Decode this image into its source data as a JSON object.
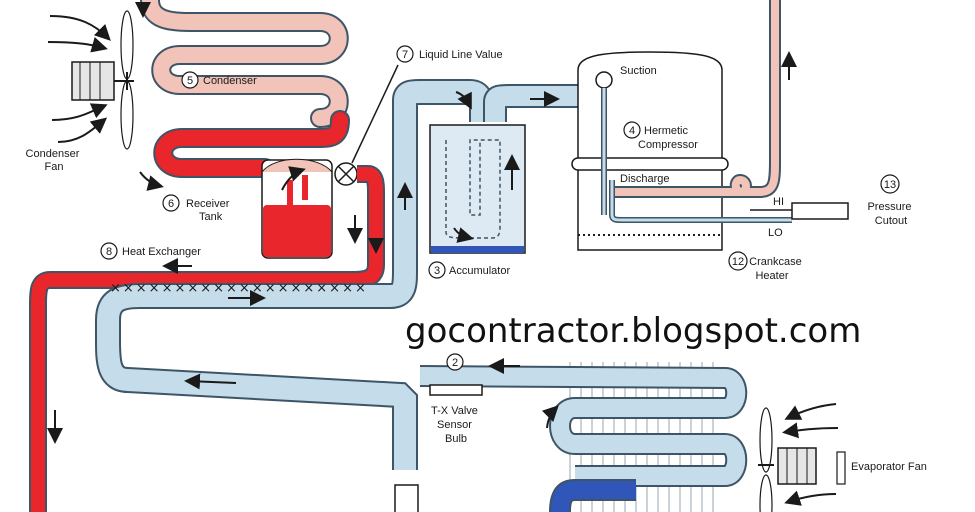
{
  "colors": {
    "hot_pipe": "#e8262b",
    "warm_pipe": "#f2c3b8",
    "cool_pipe": "#c5dcea",
    "cold_pipe": "#2f56b8",
    "pipe_edge": "#3d5566",
    "ink": "#1a1a1a"
  },
  "labels": {
    "condenser": "Condenser",
    "condenser_fan": "Condenser\nFan",
    "receiver_tank": "Receiver\nTank",
    "liquid_line_valve": "Liquid Line Value",
    "heat_exchanger": "Heat Exchanger",
    "accumulator": "Accumulator",
    "suction": "Suction",
    "hermetic_compressor": "Hermetic\nCompressor",
    "discharge": "Discharge",
    "crankcase_heater": "Crankcase\nHeater",
    "pressure_cutout": "Pressure\nCutout",
    "hi": "HI",
    "lo": "LO",
    "txv_sensor_bulb": "T-X Valve\nSensor\nBulb",
    "evaporator_fan": "Evaporator Fan",
    "watermark": "gocontractor.blogspot.com"
  },
  "numbers": {
    "n2": "2",
    "n3": "3",
    "n4": "4",
    "n5": "5",
    "n6": "6",
    "n7": "7",
    "n8": "8",
    "n12": "12",
    "n13": "13"
  }
}
